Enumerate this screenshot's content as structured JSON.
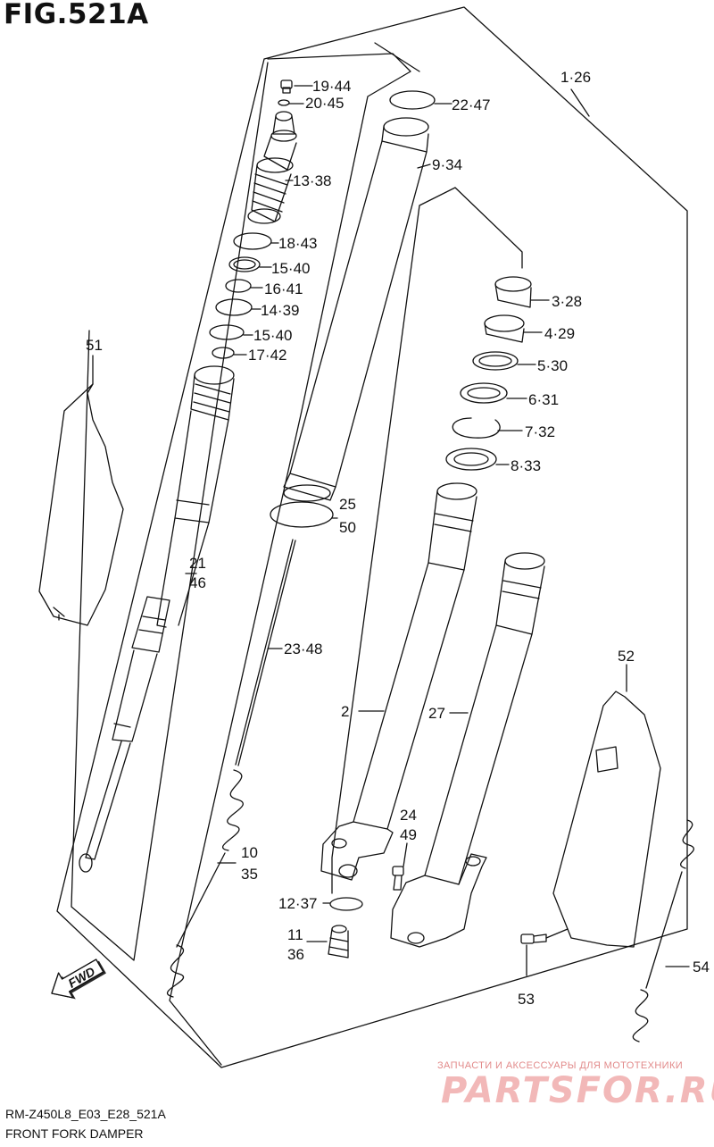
{
  "figure": {
    "title": "FIG.521A"
  },
  "callouts": {
    "c1_26": "1·26",
    "c19_44": "19·44",
    "c20_45": "20·45",
    "c22_47": "22·47",
    "c9_34": "9·34",
    "c13_38": "13·38",
    "c18_43": "18·43",
    "c15_40a": "15·40",
    "c16_41": "16·41",
    "c14_39": "14·39",
    "c15_40b": "15·40",
    "c17_42": "17·42",
    "c3_28": "3·28",
    "c4_29": "4·29",
    "c5_30": "5·30",
    "c6_31": "6·31",
    "c7_32": "7·32",
    "c8_33": "8·33",
    "c51": "51",
    "c21": "21",
    "c46": "46",
    "c25": "25",
    "c50": "50",
    "c23_48": "23·48",
    "c2": "2",
    "c27": "27",
    "c52": "52",
    "c24": "24",
    "c49": "49",
    "c10": "10",
    "c35": "35",
    "c12_37": "12·37",
    "c11": "11",
    "c36": "36",
    "c54": "54",
    "c53": "53"
  },
  "fwd_label": "FWD",
  "footer": {
    "code": "RM-Z450L8_E03_E28_521A",
    "caption": "FRONT FORK DAMPER"
  },
  "watermark": {
    "tagline": "ЗАПЧАСТИ И АКСЕССУАРЫ ДЛЯ МОТОТЕХНИКИ",
    "brand": "PARTSFOR.RU"
  },
  "colors": {
    "line": "#111111",
    "watermark": "#f2b8b8",
    "background": "#ffffff"
  }
}
